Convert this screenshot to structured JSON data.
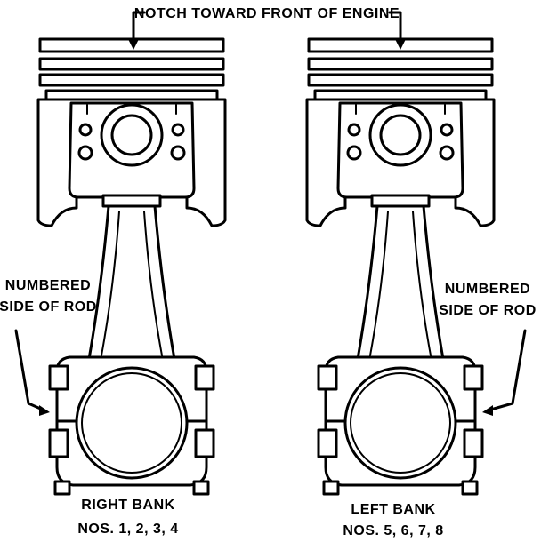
{
  "labels": {
    "notch": "NOTCH TOWARD FRONT OF ENGINE",
    "numbered_left_1": "NUMBERED",
    "numbered_left_2": "SIDE OF ROD",
    "numbered_right_1": "NUMBERED",
    "numbered_right_2": "SIDE OF ROD",
    "right_bank_1": "RIGHT BANK",
    "right_bank_2": "NOS. 1, 2, 3, 4",
    "left_bank_1": "LEFT BANK",
    "left_bank_2": "NOS. 5, 6, 7, 8"
  }
}
